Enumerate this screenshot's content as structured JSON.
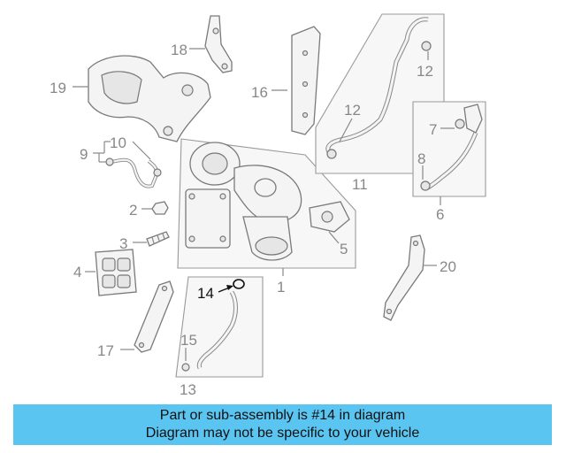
{
  "diagram": {
    "callouts": {
      "c1": "1",
      "c2": "2",
      "c3": "3",
      "c4": "4",
      "c5": "5",
      "c6": "6",
      "c7": "7",
      "c8": "8",
      "c9": "9",
      "c10": "10",
      "c11": "11",
      "c12a": "12",
      "c12b": "12",
      "c13": "13",
      "c14": "14",
      "c15": "15",
      "c16": "16",
      "c17": "17",
      "c18": "18",
      "c19": "19",
      "c20": "20"
    },
    "highlight_callout": "14",
    "colors": {
      "banner": "#5bc5f2",
      "highlight": "#111111",
      "callout": "#888888"
    }
  },
  "banner": {
    "line1": "Part or sub-assembly is #14 in diagram",
    "line2": "Diagram may not be specific to your vehicle"
  }
}
